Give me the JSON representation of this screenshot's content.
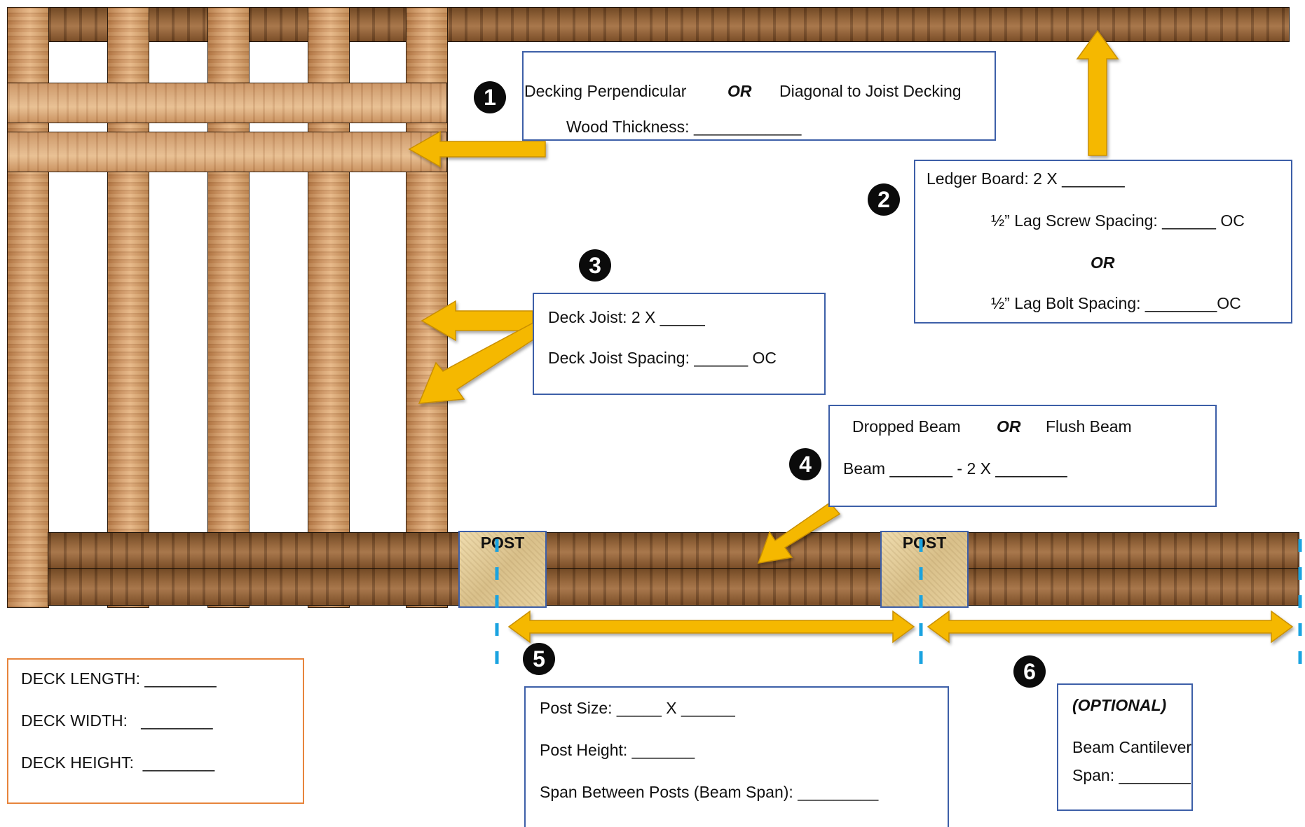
{
  "labels": {
    "post": "POST"
  },
  "box1": {
    "number": "1",
    "option_a": "Decking Perpendicular",
    "or": "OR",
    "option_b": "Diagonal to Joist Decking",
    "thickness": "Wood Thickness: ____________"
  },
  "box2": {
    "number": "2",
    "ledger": "Ledger Board: 2 X _______",
    "lag_screw": "½” Lag Screw Spacing: ______ OC",
    "or": "OR",
    "lag_bolt": "½” Lag Bolt Spacing: ________OC"
  },
  "box3": {
    "number": "3",
    "joist": "Deck Joist: 2 X _____",
    "spacing": "Deck Joist Spacing: ______ OC"
  },
  "box4": {
    "number": "4",
    "option_a": "Dropped Beam",
    "or": "OR",
    "option_b": "Flush Beam",
    "beam": "Beam _______ - 2 X ________"
  },
  "box5": {
    "number": "5",
    "post_size": "Post Size: _____ X ______",
    "post_height": "Post Height: _______",
    "span": "Span Between Posts (Beam Span): _________"
  },
  "box6": {
    "number": "6",
    "optional": "(OPTIONAL)",
    "line1": "Beam Cantilever",
    "line2": "Span: ________"
  },
  "dimensions": {
    "length": "DECK LENGTH: ________",
    "width": "DECK WIDTH:   ________",
    "height": "DECK HEIGHT:  ________"
  },
  "colors": {
    "arrow": "#f5b800",
    "box_border": "#3d5fa8",
    "dims_border": "#e7843c",
    "dash": "#1aa3e0"
  }
}
